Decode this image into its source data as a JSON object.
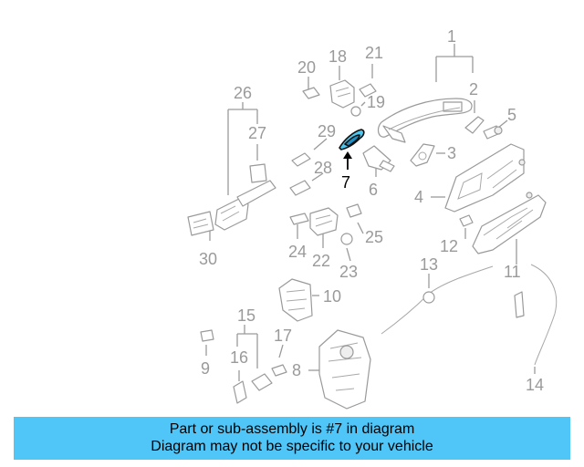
{
  "diagram": {
    "callouts": {
      "c1": "1",
      "c2": "2",
      "c3": "3",
      "c4": "4",
      "c5": "5",
      "c6": "6",
      "c7": "7",
      "c8": "8",
      "c9": "9",
      "c10": "10",
      "c11": "11",
      "c12": "12",
      "c13": "13",
      "c14": "14",
      "c15": "15",
      "c16": "16",
      "c17": "17",
      "c18": "18",
      "c19": "19",
      "c20": "20",
      "c21": "21",
      "c22": "22",
      "c23": "23",
      "c24": "24",
      "c25": "25",
      "c26": "26",
      "c27": "27",
      "c28": "28",
      "c29": "29",
      "c30": "30"
    },
    "highlighted_part": "7",
    "colors": {
      "highlight": "#4fc6ee",
      "line": "#9a9a9a",
      "banner": "#4fc6f7"
    }
  },
  "banner": {
    "line1": "Part or sub-assembly is #7 in diagram",
    "line2": "Diagram may not be specific to your vehicle"
  }
}
